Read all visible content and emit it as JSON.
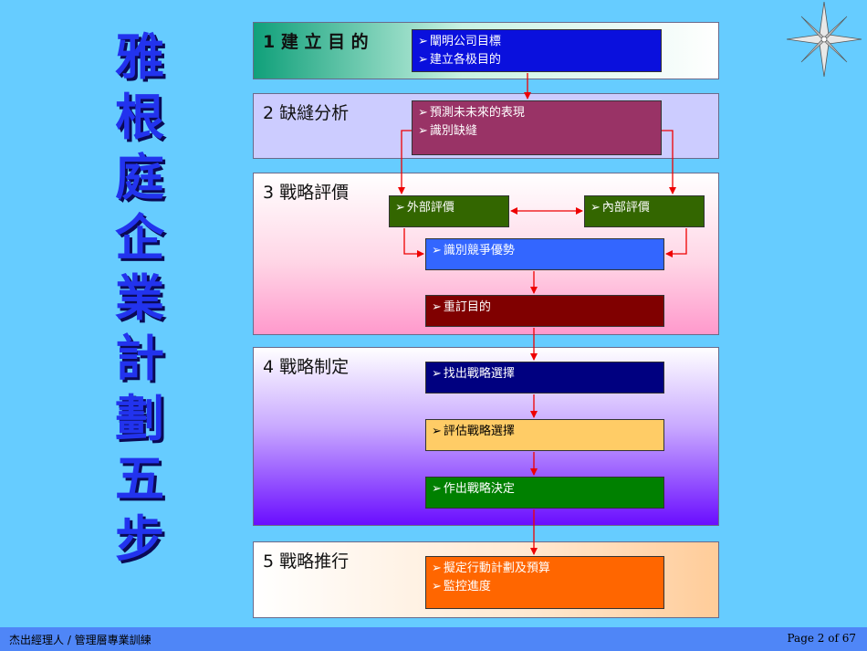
{
  "title_chars": [
    "雅",
    "根",
    "庭",
    "企",
    "業",
    "計",
    "劃",
    "五",
    "步"
  ],
  "stages": {
    "s1": {
      "label": "1 建 立 目 的",
      "box": {
        "lines": [
          "闡明公司目標",
          "建立各极目的"
        ]
      }
    },
    "s2": {
      "label": "2 缺縫分析",
      "box": {
        "lines": [
          "預測未未來的表現",
          "識別缺縫"
        ]
      }
    },
    "s3": {
      "label": "3 戰略評價",
      "external": "外部評價",
      "internal": "內部評價",
      "advantage": "識別競爭優勢",
      "reset": "重訂目的"
    },
    "s4": {
      "label": "4 戰略制定",
      "find": "找出戰略選擇",
      "evaluate": "評估戰略選擇",
      "decide": "作出戰略決定"
    },
    "s5": {
      "label": "5 戰略推行",
      "box": {
        "lines": [
          "擬定行動計劃及預算",
          "監控進度"
        ]
      }
    }
  },
  "footer": {
    "left": "杰出經理人 / 管理層專業訓練",
    "page": "Page  2   of  67"
  },
  "colors": {
    "background": "#66ccff",
    "title": "#2233ee",
    "arrow": "#ee0000"
  },
  "icons": [
    "compass-rose-icon"
  ]
}
